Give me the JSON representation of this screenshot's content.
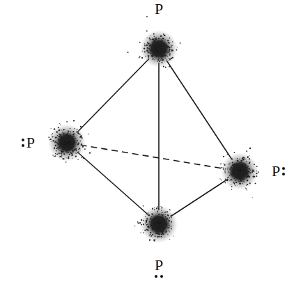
{
  "diagram": {
    "nodes": [
      {
        "text": [
          "P"
        ]
      },
      {
        "text": [
          "P"
        ]
      },
      {
        "text": [
          "P"
        ]
      },
      {
        "text": [
          "P"
        ]
      }
    ],
    "edges": [
      {
        "from": 0,
        "to": 1,
        "arrow": "none"
      },
      {
        "from": 0,
        "to": 2,
        "arrow": "none"
      },
      {
        "from": 0,
        "to": 3,
        "arrow": "none"
      },
      {
        "from": 1,
        "to": 2,
        "arrow": "none"
      },
      {
        "from": 1,
        "to": 3,
        "arrow": "none"
      },
      {
        "from": 2,
        "to": 3,
        "arrow": "none"
      }
    ]
  }
}
